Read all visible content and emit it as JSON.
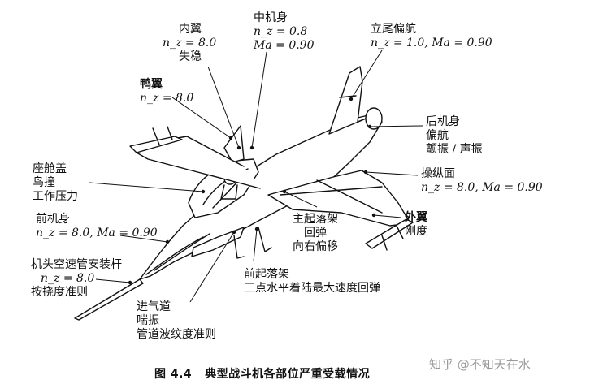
{
  "caption": {
    "figure_number": "图 4.4",
    "title": "典型战斗机各部位严重受载情况"
  },
  "watermark": "知乎 @不知天在水",
  "labels": {
    "inner_wing": [
      "内翼",
      "n_z = 8.0",
      "失稳"
    ],
    "mid_fuselage": [
      "中机身",
      "n_z = 0.8",
      "Ma = 0.90"
    ],
    "vertical_tail": [
      "立尾偏航",
      "n_z = 1.0, Ma = 0.90"
    ],
    "canard": [
      "鸭翼",
      "n_z = 8.0"
    ],
    "aft_fuselage": [
      "后机身",
      "偏航",
      "颤振 / 声振"
    ],
    "control_surface": [
      "操纵面",
      "n_z = 8.0, Ma = 0.90"
    ],
    "canopy": [
      "座舱盖",
      "鸟撞",
      "工作压力"
    ],
    "main_gear": [
      "主起落架",
      "回弹",
      "向右偏移"
    ],
    "outer_wing": [
      "外翼",
      "刚度"
    ],
    "forward_fuselage": [
      "前机身",
      "n_z = 8.0, Ma = 0.90"
    ],
    "pitot_boom": [
      "机头空速管安装杆",
      "n_z = 8.0",
      "按挠度准则"
    ],
    "nose_gear": [
      "前起落架",
      "三点水平着陆最大速度回弹"
    ],
    "inlet_duct": [
      "进气道",
      "喘振",
      "管道波纹度准则"
    ]
  },
  "colors": {
    "ink": "#111111",
    "watermark": "#9a9a9a",
    "background": "#ffffff"
  }
}
